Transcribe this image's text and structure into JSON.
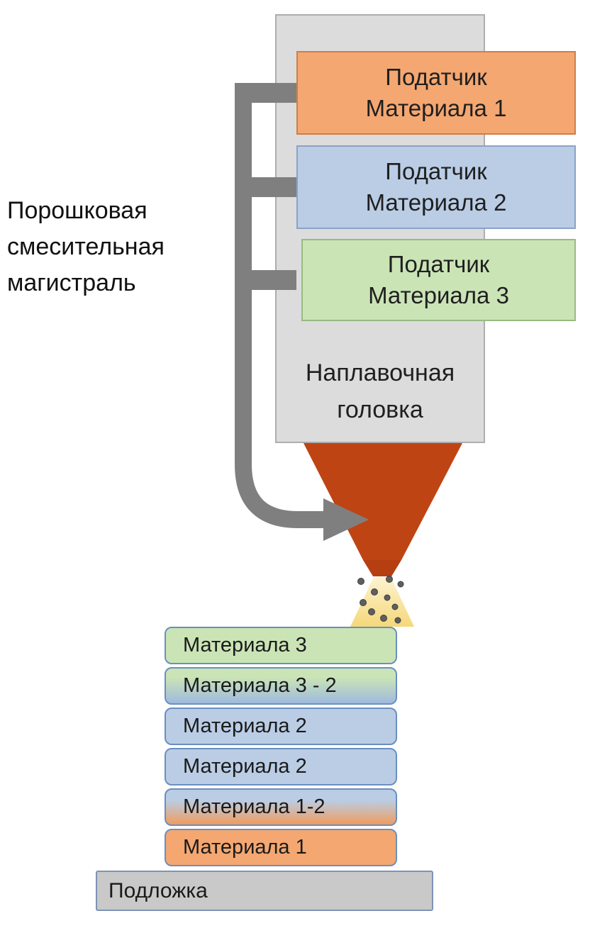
{
  "diagram": {
    "left_caption": {
      "line1": "Порошковая",
      "line2": "смесительная",
      "line3": "магистраль"
    },
    "head": {
      "line1": "Наплавочная",
      "line2": "головка"
    },
    "feeders": [
      {
        "line1": "Податчик",
        "line2": "Материала 1"
      },
      {
        "line1": "Податчик",
        "line2": "Материала 2"
      },
      {
        "line1": "Податчик",
        "line2": "Материала 3"
      }
    ],
    "layers": [
      {
        "label": "Материала 3"
      },
      {
        "label": "Материала 3 - 2"
      },
      {
        "label": "Материала 2"
      },
      {
        "label": "Материала 2"
      },
      {
        "label": "Материала 1-2"
      },
      {
        "label": "Материала 1"
      }
    ],
    "substrate": {
      "label": "Подложка"
    },
    "colors": {
      "material1_fill": "#f4a771",
      "material2_fill": "#bacde5",
      "material3_fill": "#cbe4b6",
      "head_fill": "#dcdcdc",
      "nozzle_fill": "#bf4413",
      "pipe_gray": "#7f7f7f",
      "substrate_fill": "#c9c9c9",
      "layer_border": "#6a8fc0",
      "spray_yellow": "#f5d87a"
    }
  }
}
